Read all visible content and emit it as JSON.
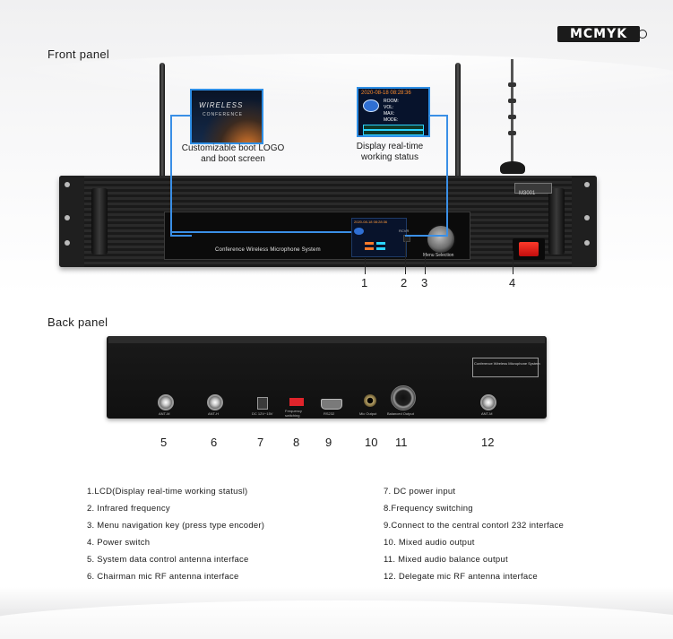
{
  "brand": {
    "logo": "MCMYK"
  },
  "front_panel": {
    "title": "Front panel",
    "model_badge": "M3001",
    "window_caption": "Conference Wireless Microphone System",
    "knob_label": "Menu Selection",
    "ir_label": "RCVR",
    "boot_screen": {
      "line1": "WIRELESS",
      "line2": "CONFERENCE"
    },
    "status_screen": {
      "datetime": "2020-08-18  08:28:36",
      "lines": [
        "ROOM:",
        "VOL:",
        "MAX:",
        "MODE:"
      ]
    },
    "callout_boot": "Customizable boot LOGO\nand boot screen",
    "callout_status": "Display real-time\nworking status",
    "numbers": [
      "1",
      "2",
      "3",
      "4"
    ]
  },
  "back_panel": {
    "title": "Back panel",
    "warning_text": "Conference Wireless Microphone System",
    "port_labels": [
      "ANT-M",
      "ANT-H",
      "DC 12V~15V",
      "Frequency switching",
      "RS232",
      "Mic Output",
      "Balanced Output",
      "ANT-M"
    ],
    "numbers": [
      "5",
      "6",
      "7",
      "8",
      "9",
      "10",
      "11",
      "12"
    ]
  },
  "legend": {
    "left": [
      "1.LCD(Display real-time working statusl)",
      "2. Infrared frequency",
      "3. Menu navigation key (press type encoder)",
      "4. Power switch",
      "5. System data control antenna interface",
      "6. Chairman mic RF antenna interface"
    ],
    "right": [
      "7. DC power input",
      "8.Frequency switching",
      "9.Connect to the central contorl 232 interface",
      "10. Mixed audio  output",
      "11. Mixed audio balance output",
      "12.  Delegate mic RF antenna interface"
    ]
  }
}
